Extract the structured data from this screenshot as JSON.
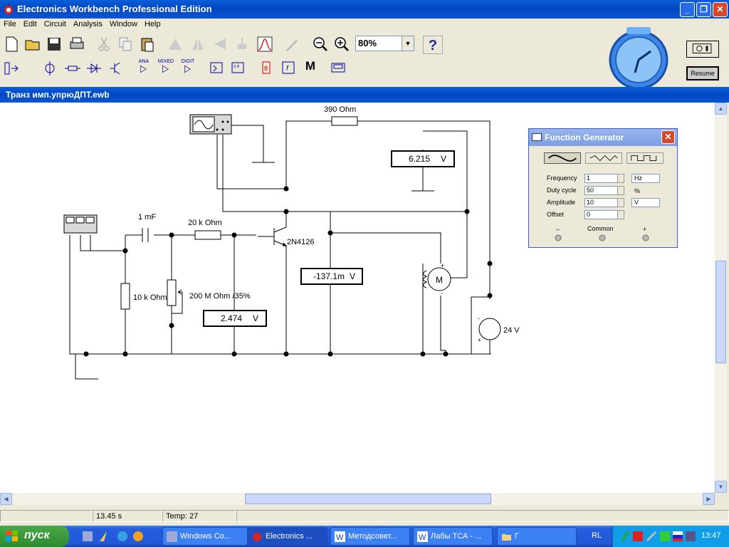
{
  "app": {
    "title": "Electronics Workbench Professional Edition"
  },
  "menu": [
    "File",
    "Edit",
    "Circuit",
    "Analysis",
    "Window",
    "Help"
  ],
  "toolbar": {
    "zoom_value": "80%",
    "help_label": "?",
    "resume_label": "Resume"
  },
  "component_bins": {
    "analog": "ANA",
    "mixed": "MIXED",
    "digital": "DIGIT",
    "misc_label": "M"
  },
  "document": {
    "title": "Транз имп.упрюДПТ.ewb"
  },
  "circuit": {
    "labels": {
      "r390": "390  Ohm",
      "cap": "1 mF",
      "r20k": "20 k Ohm",
      "transistor": "2N4126",
      "r10k": "10 k Ohm",
      "pot": "200 M Ohm /35%",
      "source": "24 V",
      "motor": "M",
      "plus": "+",
      "minus": "-"
    },
    "voltmeters": [
      {
        "value": "6.215",
        "unit": "V"
      },
      {
        "value": "-137.1m",
        "unit": "V"
      },
      {
        "value": "2.474",
        "unit": "V"
      }
    ]
  },
  "function_generator": {
    "title": "Function Generator",
    "frequency": {
      "label": "Frequency",
      "value": "1",
      "unit": "Hz"
    },
    "duty_cycle": {
      "label": "Duty cycle",
      "value": "50",
      "unit": "%"
    },
    "amplitude": {
      "label": "Amplitude",
      "value": "10",
      "unit": "V"
    },
    "offset": {
      "label": "Offset",
      "value": "0"
    },
    "terminals": {
      "minus": "–",
      "common": "Common",
      "plus": "+"
    }
  },
  "status": {
    "time": "13.45 s",
    "temp": "Temp:  27"
  },
  "taskbar": {
    "start": "пуск",
    "tasks": [
      "Windows Co...",
      "Electronics ...",
      "Методсовет...",
      "Лабы ТСА - ...",
      "Г"
    ],
    "language": "RL",
    "clock": "13:47"
  },
  "colors": {
    "titlebar": "#0a4fd0",
    "taskbar": "#245edb",
    "start": "#3a9a3a",
    "canvas": "#ffffff"
  }
}
